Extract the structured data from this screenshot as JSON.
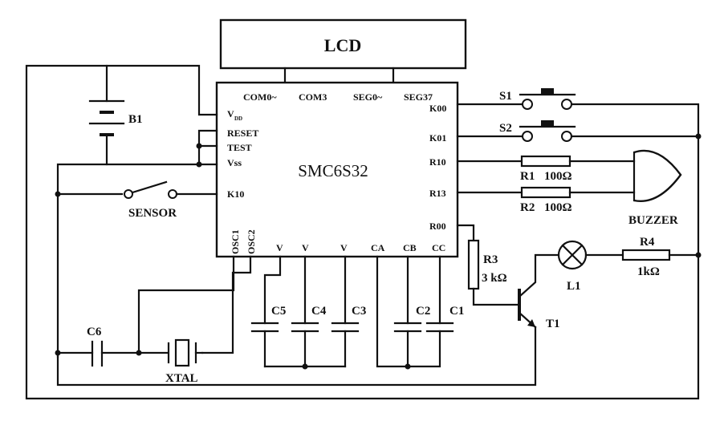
{
  "lcd": {
    "label": "LCD"
  },
  "chip": {
    "name": "SMC6S32",
    "top_pins": [
      "COM0~",
      "COM3",
      "SEG0~",
      "SEG37"
    ],
    "left_pins": {
      "vdd": "V",
      "vdd_sub": "DD",
      "reset": "RESET",
      "test": "TEST",
      "vss": "Vss",
      "k10": "K10"
    },
    "right_pins": [
      "K00",
      "K01",
      "R10",
      "R13",
      "R00"
    ],
    "bottom_pins": [
      "OSC1",
      "OSC2",
      "V",
      "V",
      "V",
      "CA",
      "CB",
      "CC"
    ]
  },
  "components": {
    "battery": "B1",
    "sensor": "SENSOR",
    "s1": "S1",
    "s2": "S2",
    "r1": "R1",
    "r1_value": "100Ω",
    "r2": "R2",
    "r2_value": "100Ω",
    "buzzer": "BUZZER",
    "r3": "R3",
    "r3_value": "3 kΩ",
    "lamp": "L1",
    "r4": "R4",
    "r4_value": "1kΩ",
    "transistor": "T1",
    "c6": "C6",
    "xtal": "XTAL",
    "c5": "C5",
    "c4": "C4",
    "c3": "C3",
    "c2": "C2",
    "c1": "C1"
  }
}
